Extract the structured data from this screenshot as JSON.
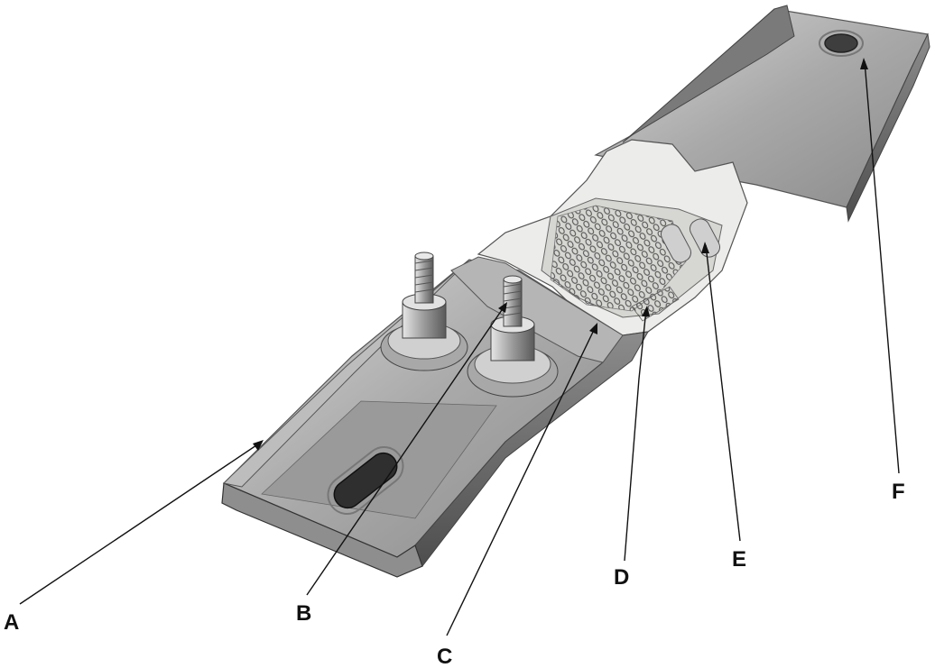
{
  "callouts": [
    {
      "id": "a",
      "label": "A"
    },
    {
      "id": "b",
      "label": "B"
    },
    {
      "id": "c",
      "label": "C"
    },
    {
      "id": "d",
      "label": "D"
    },
    {
      "id": "e",
      "label": "E"
    },
    {
      "id": "f",
      "label": "F"
    }
  ],
  "colors": {
    "background": "#ffffff",
    "sheath_light": "#c9c9c9",
    "sheath_dark": "#6f6f6f",
    "insulation": "#e8e8e4",
    "line": "#111111"
  },
  "icons": [
    "heater-strip-illustration",
    "terminal-stud-icon",
    "mounting-slot-icon",
    "coil-element-icon"
  ]
}
